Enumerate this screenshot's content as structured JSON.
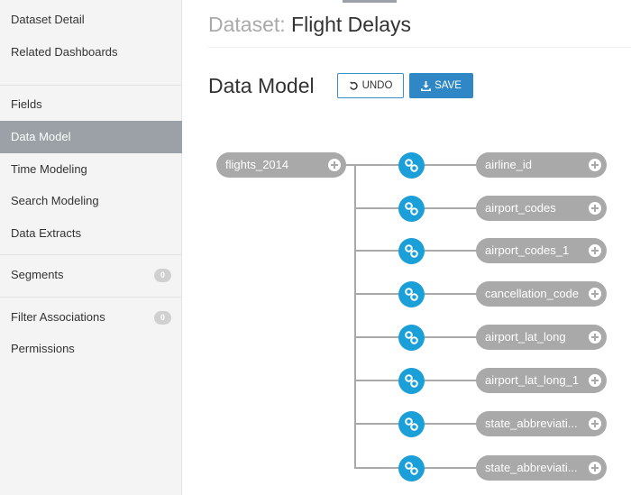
{
  "sidebar": {
    "items": [
      {
        "label": "Dataset Detail"
      },
      {
        "label": "Related Dashboards"
      },
      {
        "label": "Fields"
      },
      {
        "label": "Data Model",
        "active": true
      },
      {
        "label": "Time Modeling"
      },
      {
        "label": "Search Modeling"
      },
      {
        "label": "Data Extracts"
      },
      {
        "label": "Segments",
        "badge": "0"
      },
      {
        "label": "Filter Associations",
        "badge": "0"
      },
      {
        "label": "Permissions"
      }
    ]
  },
  "header": {
    "prefix": "Dataset:",
    "title": "Flight Delays"
  },
  "section": {
    "title": "Data Model",
    "undo_label": "UNDO",
    "save_label": "SAVE"
  },
  "model": {
    "root": "flights_2014",
    "joins": [
      "airline_id",
      "airport_codes",
      "airport_codes_1",
      "cancellation_code",
      "airport_lat_long",
      "airport_lat_long_1",
      "state_abbreviati...",
      "state_abbreviati..."
    ]
  },
  "colors": {
    "accent": "#2f87c6",
    "link": "#1a9fd9",
    "node": "#a9a9a9",
    "active_nav": "#9ba1a6"
  }
}
